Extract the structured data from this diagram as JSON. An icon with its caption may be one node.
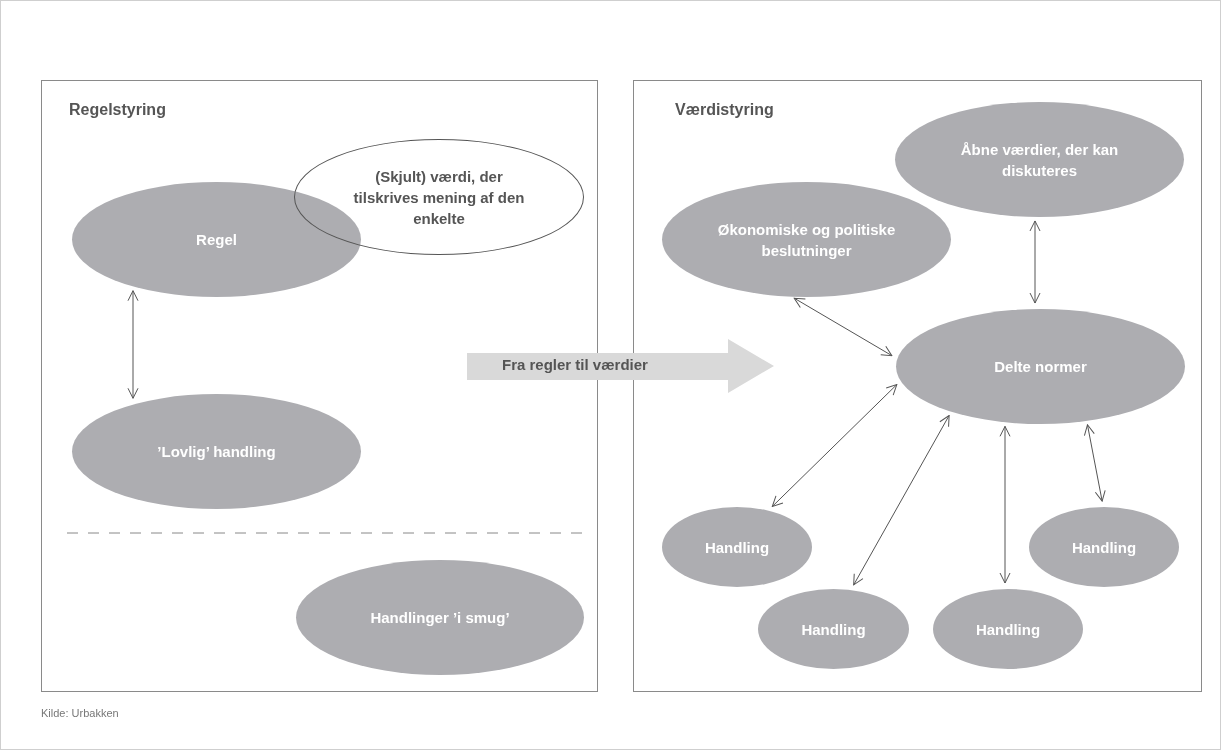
{
  "diagram": {
    "caption": "Kilde: Urbakken",
    "nodes": [
      {
        "text": [
          "Regelstyring"
        ]
      },
      {
        "text": [
          "Regel"
        ],
        "in": 0
      },
      {
        "text": [
          "(Skjult) værdi, der tilskrives mening af den enkelte"
        ],
        "in": 0
      },
      {
        "text": [
          "’Lovlig’ handling"
        ],
        "in": 0
      },
      {
        "text": [
          "Handlinger ’i smug’"
        ],
        "in": 0
      },
      {
        "text": [
          "Værdistyring"
        ]
      },
      {
        "text": [
          "Åbne værdier, der kan diskuteres"
        ],
        "in": 5
      },
      {
        "text": [
          "Økonomiske og politiske beslutninger"
        ],
        "in": 5
      },
      {
        "text": [
          "Delte normer"
        ],
        "in": 5
      },
      {
        "text": [
          "Handling"
        ],
        "in": 5
      },
      {
        "text": [
          "Handling"
        ],
        "in": 5
      },
      {
        "text": [
          "Handling"
        ],
        "in": 5
      },
      {
        "text": [
          "Handling"
        ],
        "in": 5
      },
      {
        "text": [
          "Fra regler til værdier"
        ]
      }
    ],
    "edges": [
      {
        "from": 1,
        "to": 3,
        "arrow": "both"
      },
      {
        "from": 6,
        "to": 8,
        "arrow": "both"
      },
      {
        "from": 7,
        "to": 8,
        "arrow": "both"
      },
      {
        "from": 8,
        "to": 9,
        "arrow": "both"
      },
      {
        "from": 8,
        "to": 11,
        "arrow": "both"
      },
      {
        "from": 8,
        "to": 12,
        "arrow": "both"
      },
      {
        "from": 8,
        "to": 10,
        "arrow": "both"
      }
    ]
  }
}
